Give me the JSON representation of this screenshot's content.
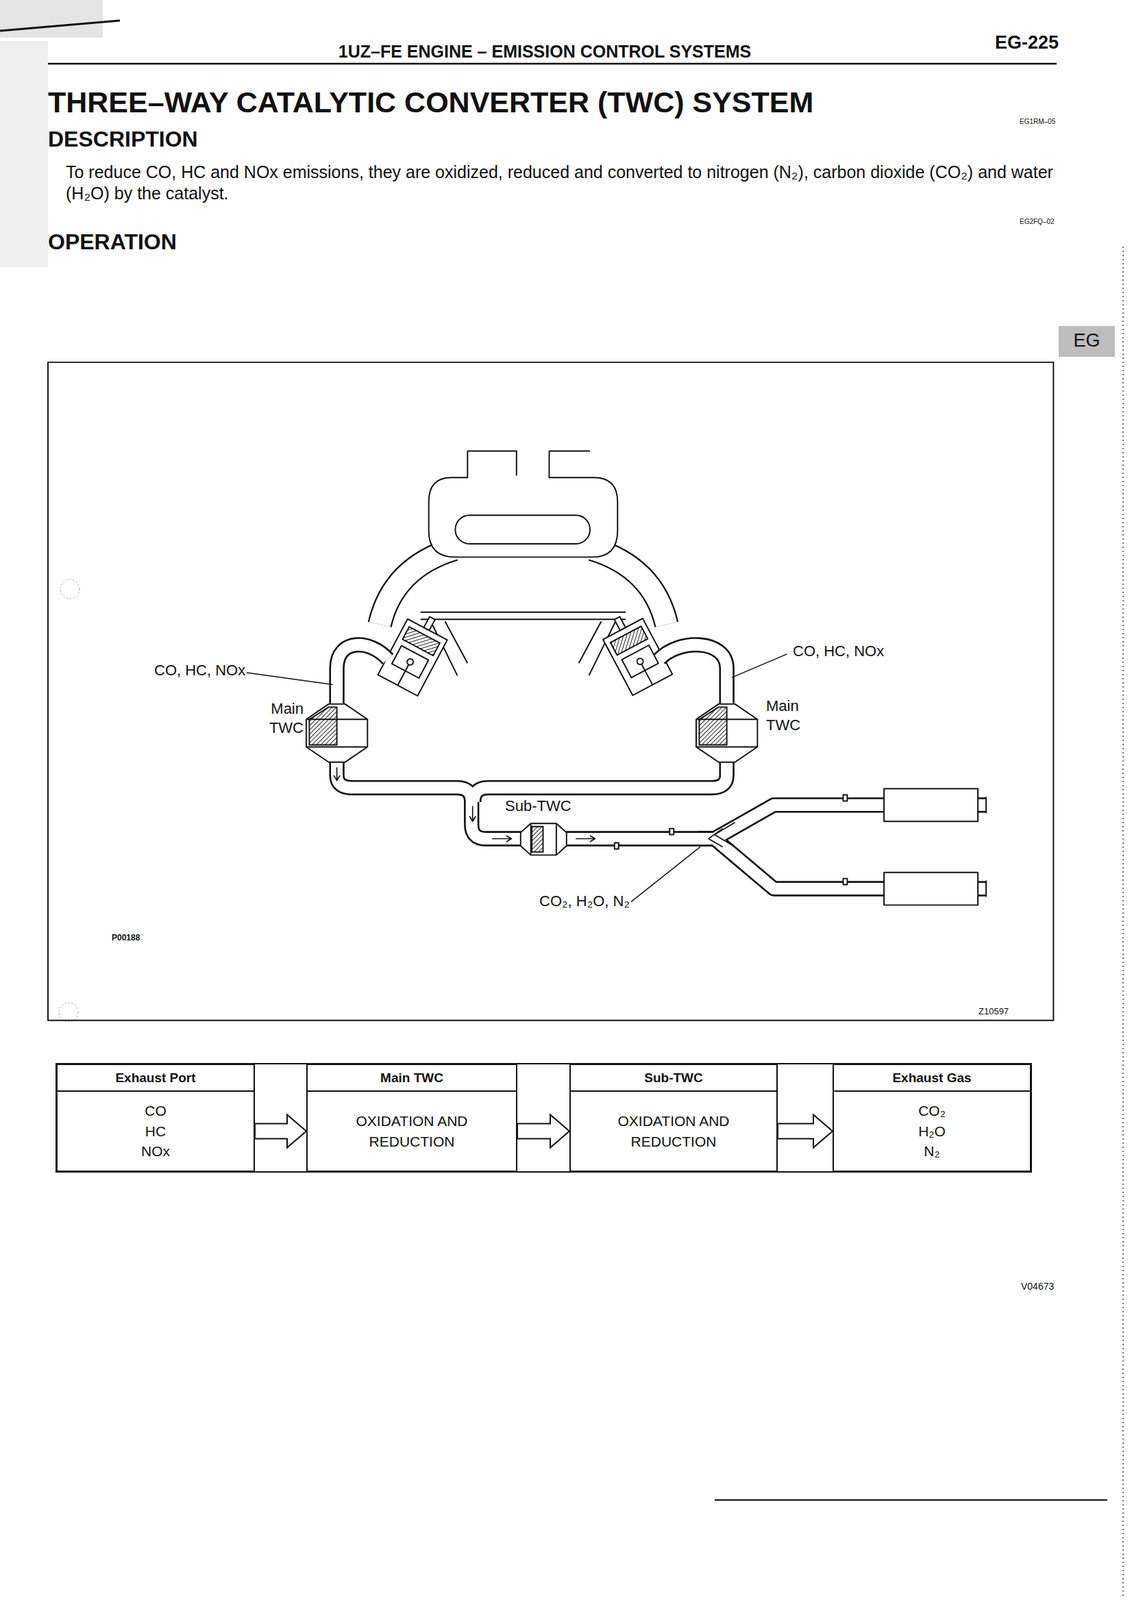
{
  "diagram": {
    "title": "THREE–WAY CATALYTIC CONVERTER (TWC) SYSTEM",
    "nodes": [
      {
        "text": [
          "Exhaust Port",
          "CO HC NOx"
        ]
      },
      {
        "text": [
          "Main TWC",
          "OXIDATION AND REDUCTION"
        ]
      },
      {
        "text": [
          "Sub-TWC",
          "OXIDATION AND REDUCTION"
        ]
      },
      {
        "text": [
          "Exhaust Gas",
          "CO₂ H₂O N₂"
        ]
      }
    ],
    "edges": [
      {
        "from": 0,
        "to": 1,
        "arrow": "to"
      },
      {
        "from": 1,
        "to": 2,
        "arrow": "to"
      },
      {
        "from": 2,
        "to": 3,
        "arrow": "to"
      }
    ],
    "labels": [
      "1UZ–FE ENGINE – EMISSION CONTROL SYSTEMS",
      "EG-225",
      "DESCRIPTION",
      "EG1RM–05",
      "To reduce CO, HC and NOx emissions, they are oxidized, reduced and converted to nitrogen (N₂), carbon dioxide (CO₂) and water (H₂O) by the catalyst.",
      "EG2FQ–02",
      "OPERATION",
      "EG",
      "CO, HC, NOx",
      "Main TWC",
      "CO, HC, NOx",
      "Main TWC",
      "Sub-TWC",
      "CO₂, H₂O, N₂",
      "P00188",
      "Z10597",
      "V04673"
    ]
  }
}
